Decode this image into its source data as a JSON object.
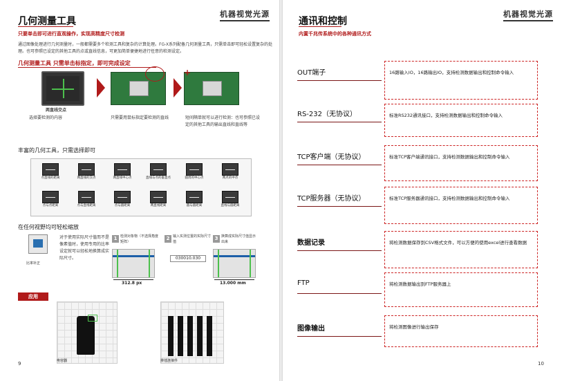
{
  "left": {
    "brand": "机器视觉光源",
    "title": "几何测量工具",
    "subtitle": "只要单击即可进行直观操作，实现高精度尺寸检测",
    "intro": "通过图像处理进行几何测量时，一般都需要多个检测工具和复杂的计算处理。FG-X系列配备几何测量工具，只需单击即可轻松设置复杂的处理。也可参照已设定的其他工具的点或直线信息，可更加简单便捷地进行任意的检测设定。",
    "steps_heading": "几何测量工具   只需单击标指定，即可完成设定",
    "steps": [
      {
        "label": "两直线交点",
        "caption": "选择要检测的内容"
      },
      {
        "label": "",
        "caption": "只需要用鼠标指定要检测的直线"
      },
      {
        "label": "",
        "caption": "短间隔单就可以进行检测：也可参照已设定的其他工具的输出直线和直线等"
      }
    ],
    "tools_heading": "丰富的几何工具，只需选择即可",
    "tools": [
      "点直线的距离",
      "两直线的交点",
      "两直线中心点",
      "直线与点的垂直点",
      "圆周的中心点",
      "两点的中点",
      "点与点距离",
      "点与直线距离",
      "点与圆距离",
      "两直线距离",
      "圆与圆距离",
      "直线与圆距离"
    ],
    "calib_heading": "在任何视野均可轻松缩放",
    "calib_icon_label": "比率补正",
    "calib_desc": "对于使用实际尺寸值而不是像素值时，使用专用的比率设定就可以轻松地换算成实际尺寸。",
    "calib_steps": [
      {
        "num": "1",
        "text": "检测对象物（不选择角度矩阵）"
      },
      {
        "num": "2",
        "text": "输入实测位置的实际尺寸值"
      },
      {
        "num": "3",
        "text": "换算成实际尺寸值显示出来"
      }
    ],
    "input_value": "030010.030",
    "dim_px": "312.8 px",
    "dim_mm": "13.000 mm",
    "app_tag": "应用",
    "photo1_caption": "电容器",
    "photo2_caption": "排插连接件",
    "page_number": "9"
  },
  "right": {
    "brand": "机器视觉光源",
    "title": "通讯和控制",
    "subtitle": "内置千兆传系统中的各种通讯方式",
    "rows": [
      {
        "heading": "OUT端子",
        "desc": "16路输入IO，16路输出IO，支持检测数据输出和控制命令输入"
      },
      {
        "heading": "RS-232（无协议）",
        "desc": "标准RS232通讯接口，支持检测数据输出和控制命令输入"
      },
      {
        "heading": "TCP客户端（无协议）",
        "desc": "标准TCP客户端通讯接口，支持检测数据输出和控制命令输入"
      },
      {
        "heading": "TCP服务器（无协议）",
        "desc": "标准TCP服务器通讯接口，支持检测数据输出和控制命令输入"
      },
      {
        "heading": "数据记录",
        "desc": "将检测数据保存到CSV格式文件，可以方便的使用excel进行查看数据"
      },
      {
        "heading": "FTP",
        "desc": "将检测数据输出到FTP服务器上"
      },
      {
        "heading": "图像输出",
        "desc": "将检测图像进行输出保存"
      }
    ],
    "page_number": "10"
  }
}
